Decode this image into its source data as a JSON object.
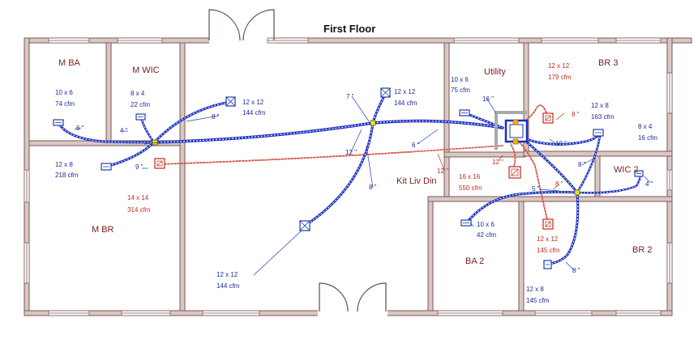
{
  "title": "First Floor",
  "colors": {
    "wall_fill": "#d9c7c3",
    "wall_edge": "#7a5a57",
    "duct_main": "#1a2fc0",
    "duct_branch": "#1e3fa8",
    "return_duct": "#d23a2a",
    "room_label": "#7a2020",
    "supply_text": "#1c2a9a",
    "return_text": "#c02a1a",
    "plenum_gray": "#a8a8a8"
  },
  "rooms": {
    "mba": "M BA",
    "mwic": "M WIC",
    "utility": "Utility",
    "br3": "BR 3",
    "mbr": "M BR",
    "kit_liv_din": "Kit Liv Din",
    "wic2": "WIC 2",
    "ba2": "BA 2",
    "br2": "BR 2"
  },
  "supply_registers": {
    "mba": {
      "size": "10 x 6",
      "cfm": "74 cfm"
    },
    "mwic": {
      "size": "8 x 4",
      "cfm": "22 cfm"
    },
    "mbr_top": {
      "size": "12 x 12",
      "cfm": "144 cfm"
    },
    "liv_top": {
      "size": "12 x 12",
      "cfm": "144 cfm"
    },
    "utility": {
      "size": "10 x 6",
      "cfm": "75 cfm"
    },
    "br3": {
      "size": "12 x 8",
      "cfm": "163 cfm"
    },
    "mbr_left": {
      "size": "12 x 8",
      "cfm": "218 cfm"
    },
    "wic2": {
      "size": "8 x 4",
      "cfm": "16 cfm"
    },
    "ba2": {
      "size": "10 x 6",
      "cfm": "42 cfm"
    },
    "mbr_bottom": {
      "size": "12 x 12",
      "cfm": "144 cfm"
    },
    "br2": {
      "size": "12 x 8",
      "cfm": "145 cfm"
    }
  },
  "return_grilles": {
    "br3": {
      "size": "12 x 12",
      "cfm": "179 cfm"
    },
    "mbr": {
      "size": "14 x 14",
      "cfm": "314 cfm"
    },
    "kitchen": {
      "size": "16 x 16",
      "cfm": "550 cfm"
    },
    "br2": {
      "size": "12 x 12",
      "cfm": "145 cfm"
    }
  },
  "duct_sizes": {
    "mba": "6 \"",
    "mwic": "4 \"",
    "mbr_upper": "8 \"",
    "mbr_left": "9 \"",
    "liv_top": "7 \"",
    "trunk_left": "12 \"",
    "liv_lower": "8 \"",
    "trunk_mid": "6 \"",
    "utility": "16 \"",
    "br3_return": "8 \"",
    "br3_supply": "10 \"",
    "kit_return": "12 \"",
    "plenum_return": "12 \"",
    "br2_return": "8 \"",
    "trunk_right": "5 \"",
    "wic2_up": "8 \"",
    "wic2": "4 \"",
    "br2": "8 \""
  }
}
